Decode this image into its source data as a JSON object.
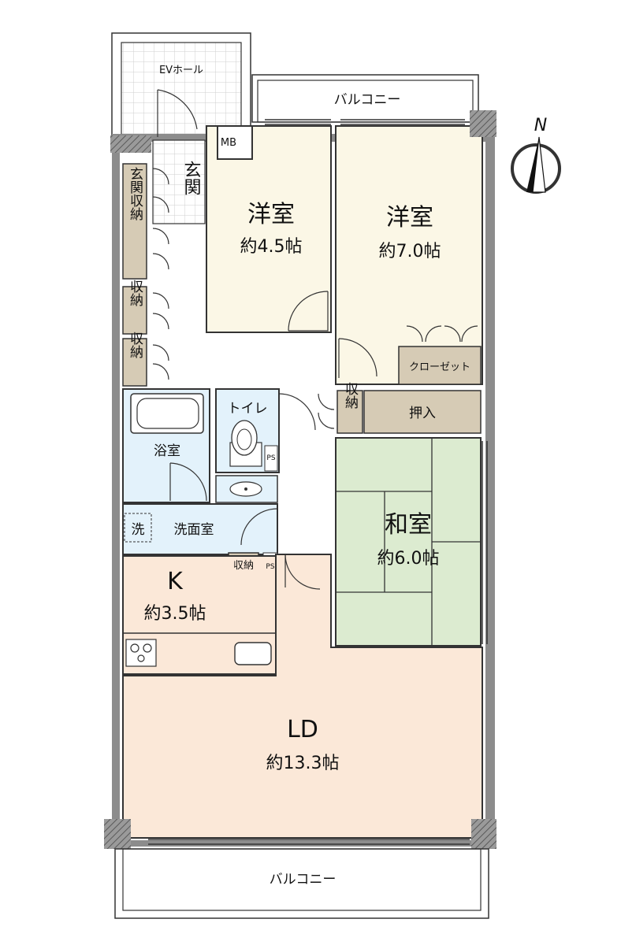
{
  "labels": {
    "ev_hall": "EVホール",
    "balcony_top": "バルコニー",
    "balcony_bottom": "バルコニー",
    "mb": "MB",
    "entrance": "玄関",
    "entrance_storage": "玄関収納",
    "storage": "収納",
    "western_room": "洋室",
    "closet": "クローゼット",
    "oshiire": "押入",
    "toilet": "トイレ",
    "bathroom": "浴室",
    "washroom": "洗面室",
    "washer": "洗",
    "ps": "PS",
    "japanese_room": "和室",
    "kitchen": "K",
    "living_dining": "LD",
    "north": "N"
  },
  "rooms": {
    "western_a": {
      "size": "約4.5帖"
    },
    "western_b": {
      "size": "約7.0帖"
    },
    "japanese": {
      "size": "約6.0帖"
    },
    "kitchen": {
      "size": "約3.5帖"
    },
    "ld": {
      "size": "約13.3帖"
    }
  },
  "colors": {
    "western": "#fbf7e6",
    "storage": "#d6cbb5",
    "wet": "#e3f2fb",
    "tatami": "#dcebd0",
    "ld": "#fbe8d8",
    "wall": "#8c8c8c",
    "line": "#333333"
  }
}
